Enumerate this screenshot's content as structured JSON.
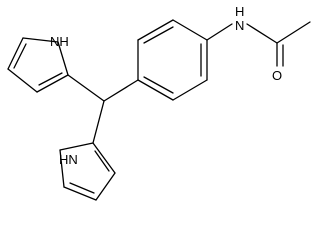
{
  "structure": {
    "labels": {
      "pyrrole_top_nh": "NH",
      "pyrrole_bottom_nh": "HN",
      "amide_n": "N",
      "amide_h": "H",
      "carbonyl_o": "O"
    }
  }
}
